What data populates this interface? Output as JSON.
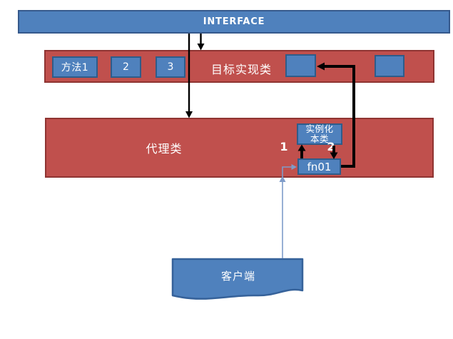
{
  "diagram": {
    "interface_bar": {
      "label": "INTERFACE"
    },
    "target_bar": {
      "label": "目标实现类",
      "methods": [
        "方法1",
        "2",
        "3"
      ]
    },
    "proxy_bar": {
      "label": "代理类",
      "instantiate_line1": "实例化",
      "instantiate_line2": "本类",
      "fn_label": "fn01",
      "step_1": "1",
      "step_2": "2"
    },
    "client": {
      "label": "客户端"
    },
    "colors": {
      "shape_blue": "#4F81BD",
      "shape_blue_border": "#2E5C8A",
      "bar_red": "#C0504D",
      "bar_red_border": "#8F3432",
      "arrow_black": "#000000",
      "connector_blue": "#7F9CC9",
      "text_white": "#FFFFFF",
      "background": "#FFFFFF"
    }
  }
}
